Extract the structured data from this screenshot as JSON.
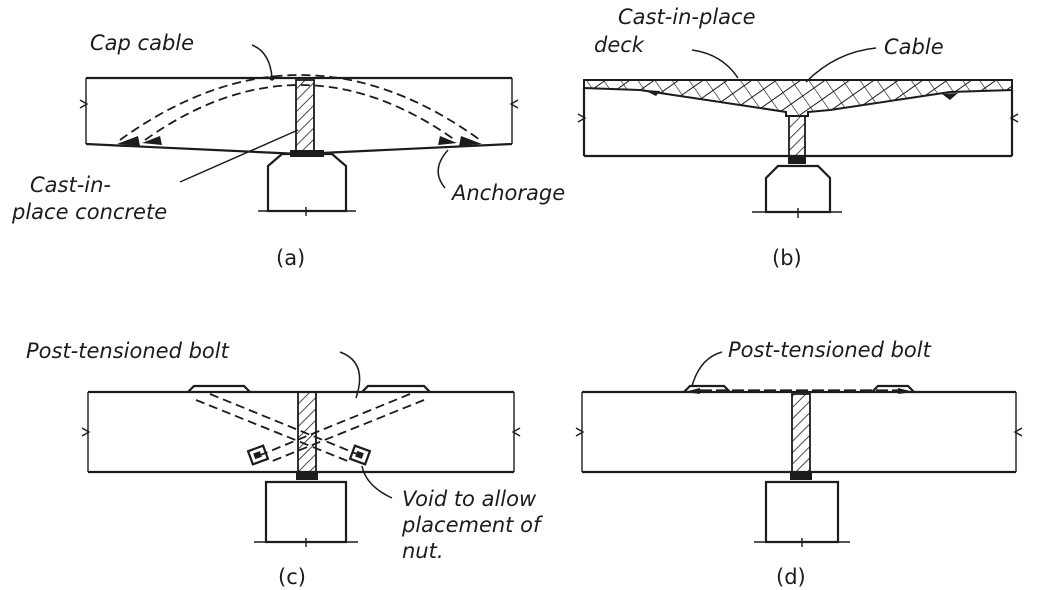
{
  "figure_a": {
    "caption": "(a)",
    "labels": {
      "cap_cable": "Cap cable",
      "cast_in_place_1": "Cast-in-",
      "cast_in_place_2": "place concrete",
      "anchorage": "Anchorage"
    }
  },
  "figure_b": {
    "caption": "(b)",
    "labels": {
      "deck_1": "Cast-in-place",
      "deck_2": "deck",
      "cable": "Cable"
    }
  },
  "figure_c": {
    "caption": "(c)",
    "labels": {
      "bolt": "Post-tensioned bolt",
      "void_1": "Void to allow",
      "void_2": "placement of",
      "void_3": "nut."
    }
  },
  "figure_d": {
    "caption": "(d)",
    "labels": {
      "bolt": "Post-tensioned bolt"
    }
  },
  "colors": {
    "ink": "#1c1c1c",
    "paper": "#ffffff"
  }
}
